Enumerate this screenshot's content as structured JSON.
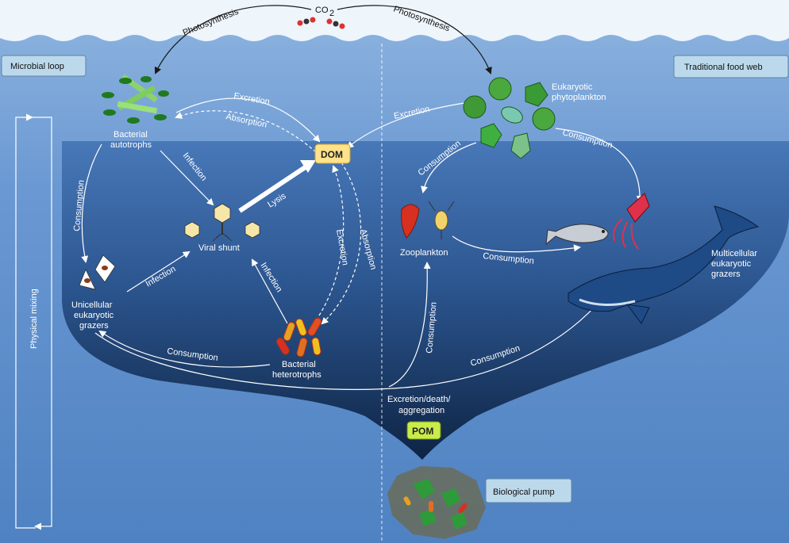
{
  "surface": {
    "co2": "CO",
    "co2_sub": "2",
    "photosynthesis_left": "Photosynthesis",
    "photosynthesis_right": "Photosynthesis"
  },
  "headers": {
    "microbial_loop": "Microbial loop",
    "traditional_food_web": "Traditional food web",
    "biological_pump": "Biological pump"
  },
  "nodes": {
    "bacterial_autotrophs": [
      "Bacterial",
      "autotrophs"
    ],
    "viral_shunt": "Viral shunt",
    "dom": "DOM",
    "pom": "POM",
    "unicellular_grazers": [
      "Unicellular",
      "eukaryotic",
      "grazers"
    ],
    "bacterial_heterotrophs": [
      "Bacterial",
      "heterotrophs"
    ],
    "eukaryotic_phytoplankton": [
      "Eukaryotic",
      "phytoplankton"
    ],
    "zooplankton": "Zooplankton",
    "multicellular_grazers": [
      "Multicellular",
      "eukaryotic",
      "grazers"
    ],
    "sinking": [
      "Excretion/death/",
      "aggregation"
    ],
    "physical_mixing": "Physical mixing"
  },
  "arrow_labels": {
    "excretion_top": "Excretion",
    "absorption_top": "Absorption",
    "infection_autotrophs": "Infection",
    "lysis": "Lysis",
    "consumption_left": "Consumption",
    "infection_grazers": "Infection",
    "infection_heterotrophs": "Infection",
    "excretion_right": "Excretion",
    "absorption_right": "Absorption",
    "consumption_bottom_left": "Consumption",
    "excretion_phyto": "Excretion",
    "consumption_phyto_zoo": "Consumption",
    "consumption_phyto_squid": "Consumption",
    "consumption_zoo_fish": "Consumption",
    "consumption_up_zoo": "Consumption",
    "consumption_whale": "Consumption"
  },
  "colors": {
    "ocean": "#5b8ccb",
    "sky": "#eef5fb",
    "dom_box": "#ffe28a",
    "pom_box": "#c9ec4a",
    "header_box": "#bcd9ec"
  }
}
